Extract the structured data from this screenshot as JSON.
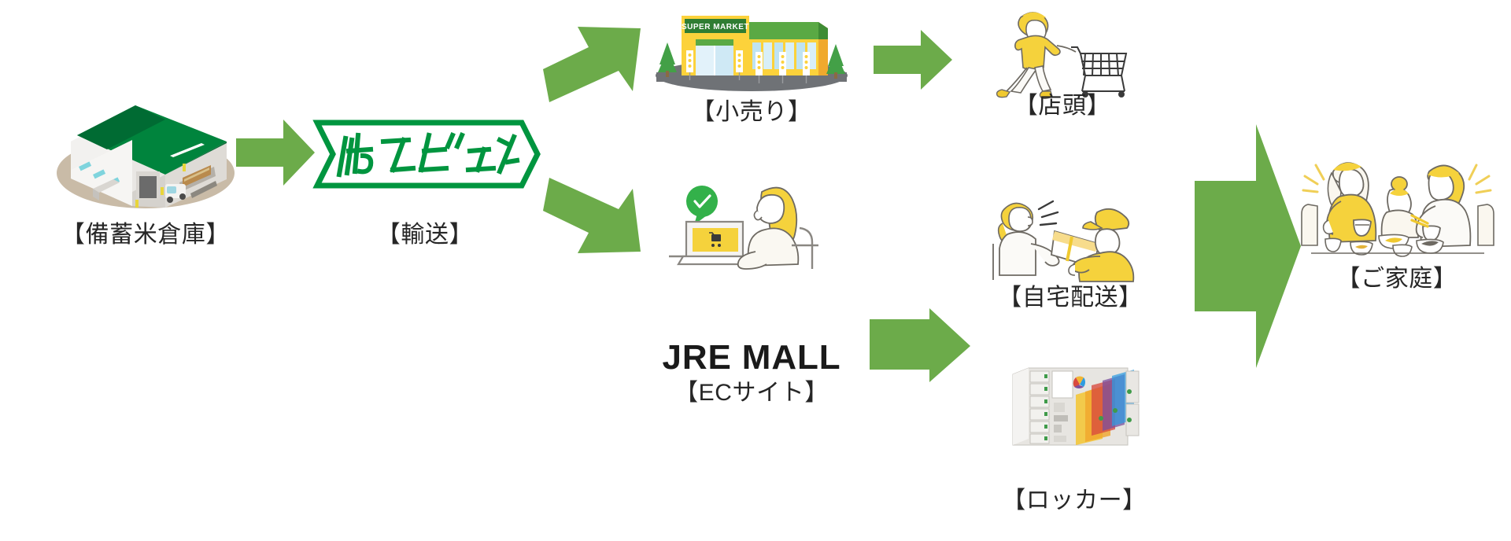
{
  "diagram": {
    "title": "",
    "colors": {
      "arrow_green": "#6cab4a",
      "logo_green": "#00953f",
      "warehouse_roof_green": "#00843d",
      "warehouse_roof_green_dark": "#006b33",
      "ground_beige": "#c9bba7",
      "building_wall": "#eceae7",
      "market_yellow": "#fcd23b",
      "market_green": "#5aa944",
      "accent_yellow": "#f5d23c",
      "illustration_line": "#6e6a63",
      "text_dark": "#262626"
    },
    "nodes": [
      {
        "id": "warehouse",
        "label": "【備蓄米倉庫】",
        "icon": "warehouse-icon"
      },
      {
        "id": "transport",
        "label": "【輸送】",
        "icon": "hakobyun-logo",
        "logo_text": "はこビュン"
      },
      {
        "id": "retail",
        "label": "【小売り】",
        "icon": "supermarket-icon",
        "sign_text": "SUPER MARKET"
      },
      {
        "id": "storefront",
        "label": "【店頭】",
        "icon": "shopper-with-cart-icon"
      },
      {
        "id": "ecsite",
        "label": "【ECサイト】",
        "icon": "online-shopper-icon",
        "wordmark": "JRE MALL"
      },
      {
        "id": "homedelivery",
        "label": "【自宅配送】",
        "icon": "parcel-handover-icon"
      },
      {
        "id": "locker",
        "label": "【ロッカー】",
        "icon": "parcel-locker-icon"
      },
      {
        "id": "household",
        "label": "【ご家庭】",
        "icon": "family-dining-icon"
      }
    ],
    "arrows": [
      {
        "id": "arrow-warehouse-to-transport",
        "from": "warehouse",
        "to": "transport",
        "direction": "right"
      },
      {
        "id": "arrow-transport-to-retail",
        "from": "transport",
        "to": "retail",
        "direction": "up-right"
      },
      {
        "id": "arrow-transport-to-ecsite",
        "from": "transport",
        "to": "ecsite",
        "direction": "down-right"
      },
      {
        "id": "arrow-retail-to-storefront",
        "from": "retail",
        "to": "storefront",
        "direction": "right"
      },
      {
        "id": "arrow-ecsite-to-delivery",
        "from": "ecsite",
        "to": "homedelivery",
        "direction": "right"
      },
      {
        "id": "arrow-to-household",
        "from": "storefront",
        "to": "household",
        "direction": "right"
      }
    ]
  }
}
